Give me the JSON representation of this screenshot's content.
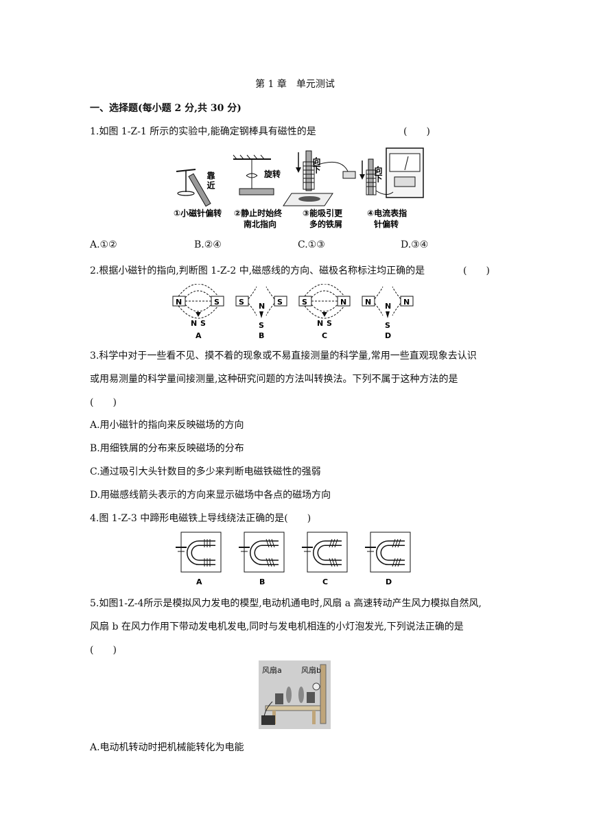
{
  "title": "第 1 章　单元测试",
  "section": "一、选择题(每小题 2 分,共 30 分)",
  "bracket": "(　　)",
  "q1": {
    "text": "1.如图 1-Z-1 所示的实验中,能确定钢棒具有磁性的是",
    "figure_labels": {
      "kaojin": "靠近",
      "xuanzhuan": "旋转",
      "xiangxia": "向下",
      "xiangxia2": "向下"
    },
    "captions": [
      [
        "①小磁针偏转",
        ""
      ],
      [
        "②静止时始终",
        "南北指向"
      ],
      [
        "③能吸引更",
        "多的铁屑"
      ],
      [
        "④电流表指",
        "针偏转"
      ]
    ],
    "options": [
      "A.①②",
      "B.②④",
      "C.①③",
      "D.③④"
    ]
  },
  "q2": {
    "text": "2.根据小磁针的指向,判断图 1-Z-2 中,磁感线的方向、磁极名称标注均正确的是",
    "figure_letters": [
      "A",
      "B",
      "C",
      "D"
    ],
    "poles": {
      "a": [
        "N",
        "S",
        "N",
        "S"
      ],
      "b": [
        "S",
        "S",
        "N",
        "S"
      ],
      "c": [
        "S",
        "N",
        "N",
        "S"
      ],
      "d": [
        "N",
        "N",
        "N",
        "S"
      ]
    }
  },
  "q3": {
    "line1": "3.科学中对于一些看不见、摸不着的现象或不易直接测量的科学量,常用一些直观现象去认识",
    "line2": "或用易测量的科学量间接测量,这种研究问题的方法叫转换法。下列不属于这种方法的是",
    "options": [
      "A.用小磁针的指向来反映磁场的方向",
      "B.用细铁屑的分布来反映磁场的分布",
      "C.通过吸引大头针数目的多少来判断电磁铁磁性的强弱",
      "D.用磁感线箭头表示的方向来显示磁场中各点的磁场方向"
    ]
  },
  "q4": {
    "text": "4.图 1-Z-3 中蹄形电磁铁上导线绕法正确的是(　　)",
    "figure_letters": [
      "A",
      "B",
      "C",
      "D"
    ]
  },
  "q5": {
    "line1": "5.如图1-Z-4所示是模拟风力发电的模型,电动机通电时,风扇 a 高速转动产生风力模拟自然风,",
    "line2": "风扇 b 在风力作用下带动发电机发电,同时与发电机相连的小灯泡发光,下列说法正确的是",
    "photo_labels": [
      "风扇a",
      "风扇b"
    ],
    "options": [
      "A.电动机转动时把机械能转化为电能"
    ]
  }
}
